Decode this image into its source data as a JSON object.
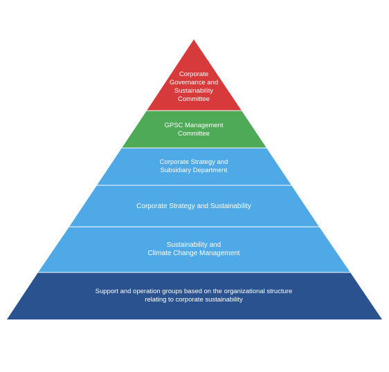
{
  "tiers": [
    {
      "label": "Corporate\nGovernance and\nSustainability\nCommittee",
      "color": "#d63a3a"
    },
    {
      "label": "GPSC Management\nCommittee",
      "color": "#4eaa57"
    },
    {
      "label": "Corporate Strategy and\nSubsidiary Department",
      "color": "#4ea9e6"
    },
    {
      "label": "Corporate Strategy and Sustainability",
      "color": "#4ea9e6"
    },
    {
      "label": "Sustainability and\nClimate Change Management",
      "color": "#4ea9e6"
    },
    {
      "label": "Support and operation groups based on the organizational structure\nrelating to corporate sustainability",
      "color": "#2a528f"
    }
  ],
  "divider_color": "#ffffff"
}
